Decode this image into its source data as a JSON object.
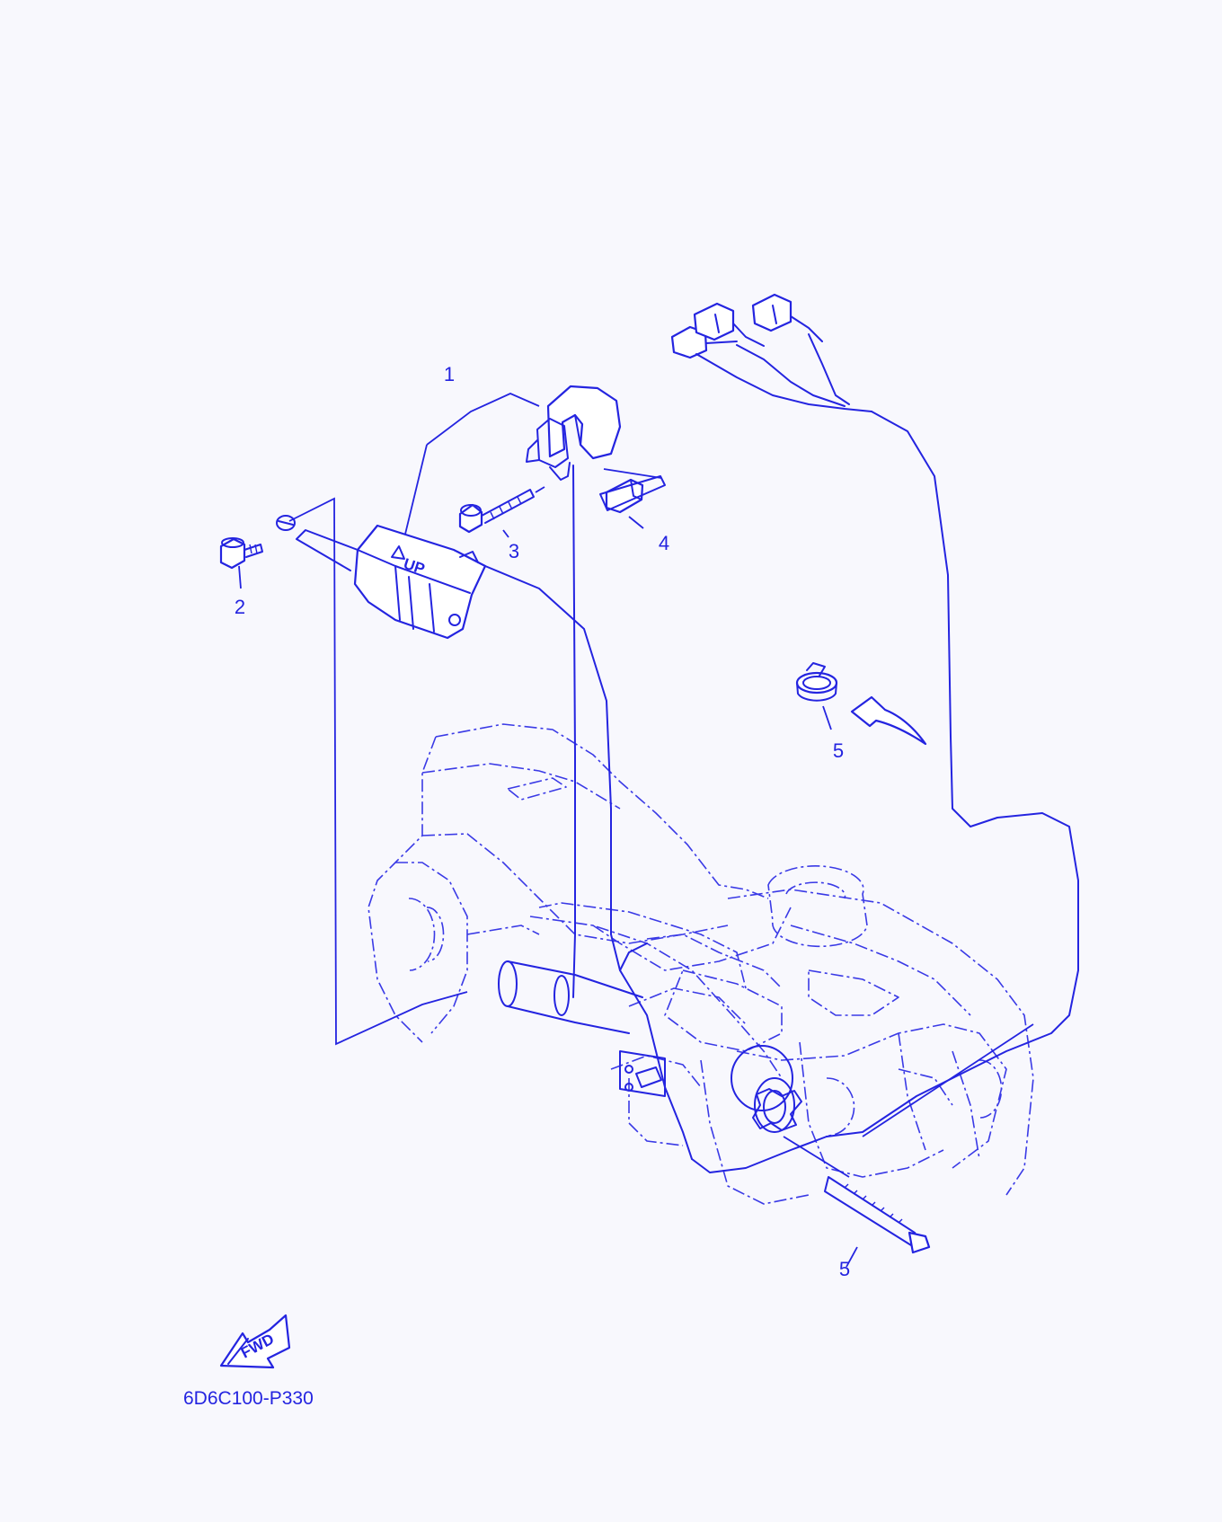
{
  "diagram": {
    "callouts": {
      "c1": "1",
      "c2": "2",
      "c3": "3",
      "c4": "4",
      "c5a": "5",
      "c5b": "5"
    },
    "switch_label": "UP",
    "fwd_label": "FWD",
    "reference_code": "6D6C100-P330",
    "line_color": "#2424e0"
  }
}
